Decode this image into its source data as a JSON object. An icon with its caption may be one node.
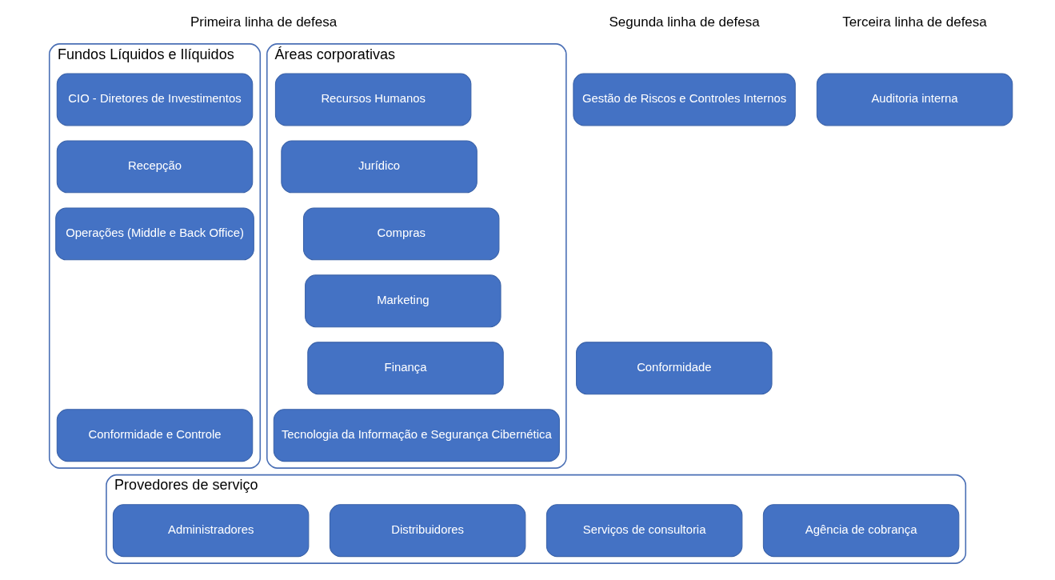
{
  "diagram": {
    "nodes": [
      {
        "text": [
          "Fundos Líquidos e Ilíquidos"
        ]
      },
      {
        "text": [
          "CIO - Diretores de Investimentos"
        ],
        "in": 0
      },
      {
        "text": [
          "Recepção"
        ],
        "in": 0
      },
      {
        "text": [
          "Operações (Middle e Back Office)"
        ],
        "in": 0
      },
      {
        "text": [
          "Conformidade e Controle"
        ],
        "in": 0
      },
      {
        "text": [
          "Áreas corporativas"
        ]
      },
      {
        "text": [
          "Recursos Humanos"
        ],
        "in": 5
      },
      {
        "text": [
          "Jurídico"
        ],
        "in": 5
      },
      {
        "text": [
          "Compras"
        ],
        "in": 5
      },
      {
        "text": [
          "Marketing"
        ],
        "in": 5
      },
      {
        "text": [
          "Finança"
        ],
        "in": 5
      },
      {
        "text": [
          "Tecnologia da Informação e Segurança Cibernética"
        ],
        "in": 5
      },
      {
        "text": [
          "Gestão de Riscos e Controles Internos"
        ]
      },
      {
        "text": [
          "Conformidade"
        ]
      },
      {
        "text": [
          "Auditoria interna"
        ]
      },
      {
        "text": [
          "Provedores de serviço"
        ]
      },
      {
        "text": [
          "Administradores"
        ],
        "in": 15
      },
      {
        "text": [
          "Distribuidores"
        ],
        "in": 15
      },
      {
        "text": [
          "Serviços de consultoria"
        ],
        "in": 15
      },
      {
        "text": [
          "Agência de cobrança"
        ],
        "in": 15
      }
    ],
    "edges": [],
    "labels": [
      "Primeira linha de defesa",
      "Segunda linha de defesa",
      "Terceira linha de defesa"
    ]
  }
}
